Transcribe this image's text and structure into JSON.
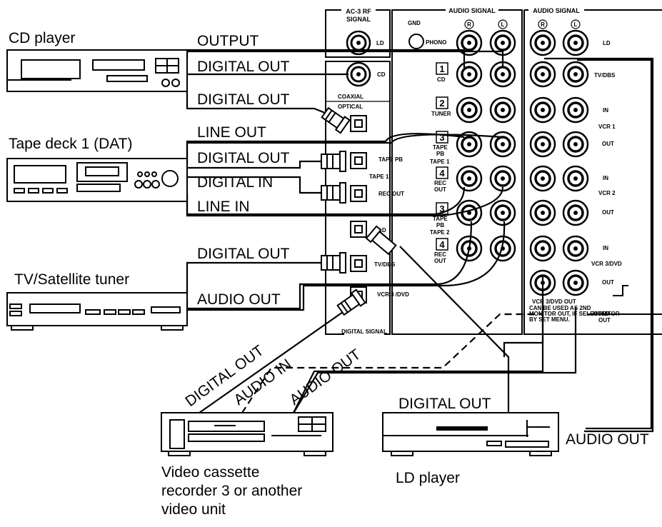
{
  "devices": {
    "cd_player": "CD player",
    "tape_deck": "Tape deck 1 (DAT)",
    "tv_tuner": "TV/Satellite tuner",
    "vcr_line1": "Video cassette",
    "vcr_line2": "recorder 3 or another",
    "vcr_line3": "video unit",
    "ld_player": "LD player"
  },
  "cable_labels": {
    "cd_output": "OUTPUT",
    "cd_digital_out_1": "DIGITAL OUT",
    "cd_digital_out_2": "DIGITAL OUT",
    "tape_line_out": "LINE OUT",
    "tape_digital_out": "DIGITAL OUT",
    "tape_digital_in": "DIGITAL IN",
    "tape_line_in": "LINE IN",
    "tv_digital_out": "DIGITAL OUT",
    "tv_audio_out": "AUDIO OUT",
    "vcr_digital_out": "DIGITAL OUT",
    "vcr_audio_in": "AUDIO IN",
    "vcr_audio_out": "AUDIO OUT",
    "ld_digital_out": "DIGITAL OUT",
    "ld_audio_out": "AUDIO OUT"
  },
  "panel": {
    "ac3_title1": "AC-3 RF",
    "ac3_title2": "SIGNAL",
    "ld": "LD",
    "audio_signal": "AUDIO SIGNAL",
    "audio_signal_2": "AUDIO SIGNAL",
    "gnd": "GND",
    "phono": "PHONO",
    "r_mark": "R",
    "l_mark": "L",
    "cd": "CD",
    "coaxial": "COAXIAL",
    "optical": "OPTICAL",
    "tape_pb": "TAPE PB",
    "tape_1": "TAPE 1",
    "rec_out": "REC OUT",
    "ld_opt": "LD",
    "tv_dbs": "TV/DBS",
    "vcr3_dvd": "VCR 3 /DVD",
    "digital_signal": "DIGITAL SIGNAL",
    "n1": "1",
    "cd_lbl": "CD",
    "n2": "2",
    "tuner": "TUNER",
    "n3": "3",
    "tape": "TAPE",
    "pb": "PB",
    "n4": "4",
    "rec": "REC",
    "out": "OUT",
    "tape2": "TAPE 2",
    "r_ld": "LD",
    "r_tvdbs": "TV/DBS",
    "in": "IN",
    "vcr1": "VCR 1",
    "r_out": "OUT",
    "vcr2": "VCR 2",
    "vcr3dvd": "VCR 3/DVD",
    "vcr3dvd_out": "VCR 3/DVD OUT",
    "note1": "CAN BE USED AS 2ND",
    "note2": "MONITOR OUT, IF SELECTED",
    "note3": "BY SET MENU.",
    "monitor": "MONITOR",
    "monitor_out": "OUT"
  }
}
